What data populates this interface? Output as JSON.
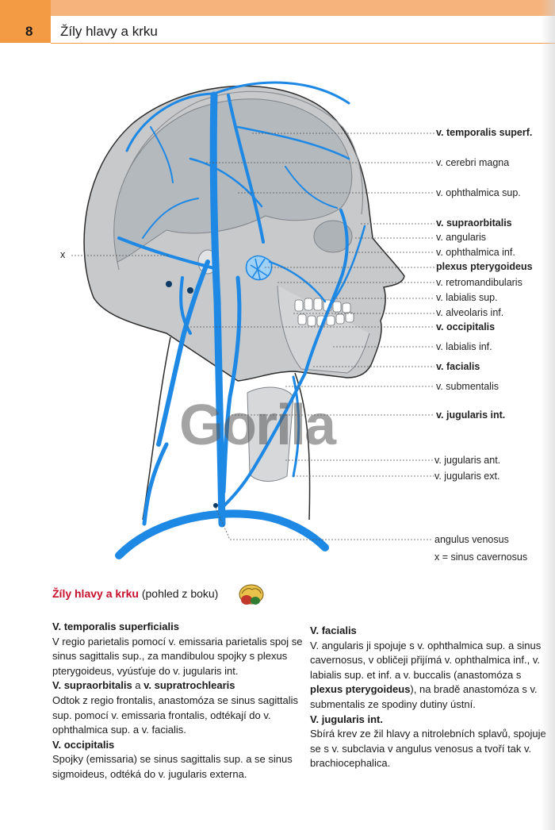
{
  "header": {
    "page_number": "8",
    "title": "Žíly hlavy a krku"
  },
  "watermark": "Gorila",
  "labels": {
    "x_marker": "x",
    "temporalis_superf": "v. temporalis superf.",
    "cerebri_magna": "v. cerebri magna",
    "ophthalmica_sup": "v. ophthalmica sup.",
    "supraorbitalis": "v. supraorbitalis",
    "angularis": "v. angularis",
    "ophthalmica_inf": "v. ophthalmica inf.",
    "plexus_pterygoideus": "plexus pterygoideus",
    "retromandibularis": "v. retromandibularis",
    "labialis_sup": "v. labialis sup.",
    "alveolaris_inf": "v. alveolaris inf.",
    "occipitalis": "v. occipitalis",
    "labialis_inf": "v. labialis inf.",
    "facialis": "v. facialis",
    "submentalis": "v. submentalis",
    "jugularis_int": "v. jugularis int.",
    "jugularis_ant": "v. jugularis ant.",
    "jugularis_ext": "v. jugularis ext.",
    "angulus_venosus": "angulus venosus",
    "sinus_cavernosus": "x = sinus cavernosus"
  },
  "caption": {
    "title": "Žíly hlavy a krku",
    "subtitle": "(pohled z boku)"
  },
  "col1": [
    {
      "head": "V. temporalis superficialis",
      "text": "V regio parietalis pomocí v. emissaria parietalis spoj se sinus sagittalis sup., za mandibulou spojky s plexus pterygoideus, vyúsťuje do v. jugularis int."
    },
    {
      "head_a": "V. supraorbitalis",
      "mid": " a ",
      "head_b": "v. supratrochlearis",
      "text": "Odtok z regio frontalis, anastomóza se sinus sagittalis sup. pomocí v. emissaria frontalis, odtékají do v. ophthalmica sup. a v. facialis."
    },
    {
      "head": "V. occipitalis",
      "text": "Spojky (emissaria) se sinus sagittalis sup. a se sinus sigmoideus, odtéká do v. jugularis externa."
    }
  ],
  "col2": [
    {
      "head": "V. facialis",
      "text_a": "V. angularis ji spojuje s v. ophthalmica sup. a sinus cavernosus, v obličeji přijímá v. ophthalmica inf., v. labialis sup. et inf. a v. buccalis (anastomóza s ",
      "bold": "plexus pterygoideus",
      "text_b": "), na bradě anastomóza s v. submentalis ze spodiny dutiny ústní."
    },
    {
      "head": "V. jugularis int.",
      "text": "Sbírá krev ze žil hlavy a nitrolebních splavů, spojuje se s v. subclavia v angulus venosus a tvoří tak v. brachiocephalica."
    }
  ],
  "colors": {
    "header_orange": "#f39a44",
    "header_light": "#f7b37c",
    "vein_blue": "#1e88e5",
    "caption_red": "#c8102e",
    "head_gray": "#c7c9cb"
  }
}
